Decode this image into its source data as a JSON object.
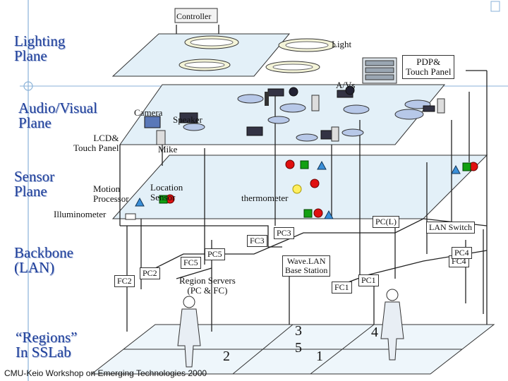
{
  "planes": {
    "lighting": "Lighting\nPlane",
    "audio_visual": "Audio/Visual\nPlane",
    "sensor": "Sensor\nPlane",
    "backbone": "Backbone\n(LAN)",
    "regions": "“Regions”\nIn SSLab"
  },
  "labels": {
    "controller": "Controller",
    "light": "Light",
    "pdp_touch_panel": "PDP&\nTouch Panel",
    "av": "A/Vs",
    "camera": "Camera",
    "speaker": "Speaker",
    "lcd_touch_panel": "LCD&\nTouch Panel",
    "mike": "Mike",
    "motion_processor": "Motion\nProcessor",
    "location_sensor": "Location\nSensor",
    "thermometer": "thermometer",
    "illuminometer": "Illuminometer",
    "pc_l": "PC(L)",
    "lan_switch": "LAN Switch",
    "fc3": "FC3",
    "pc3": "PC3",
    "fc5": "FC5",
    "pc5": "PC5",
    "wavelan": "Wave.LAN\nBase Station",
    "fc4": "FC4",
    "pc4": "PC4",
    "fc2": "FC2",
    "pc2": "PC2",
    "region_servers": "Region Servers\n(PC & FC)",
    "fc1": "FC1",
    "pc1": "PC1",
    "region_2": "2",
    "region_3": "3",
    "region_5": "5",
    "region_1": "1",
    "region_4": "4"
  },
  "footer": "CMU-Keio Workshop on Emerging Technologies 2000",
  "colors": {
    "title": "#1f3f9a",
    "plane_fill": "#e3f0f8",
    "red": "#e01010",
    "green": "#12a012",
    "blue": "#3a8fd8",
    "line": "#222222"
  }
}
